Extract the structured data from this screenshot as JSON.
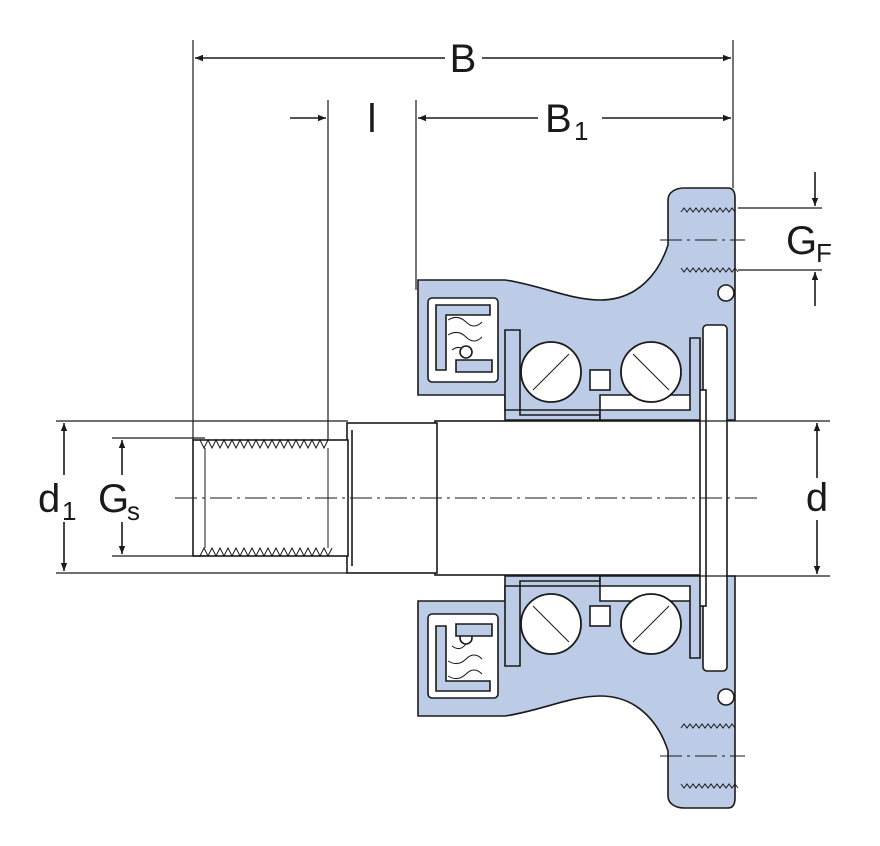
{
  "diagram": {
    "labels": {
      "B": "B",
      "l": "l",
      "B1_main": "B",
      "B1_sub": "1",
      "GF_main": "G",
      "GF_sub": "F",
      "d1_main": "d",
      "d1_sub": "1",
      "Gs_main": "G",
      "Gs_sub": "s",
      "d": "d"
    },
    "colors": {
      "housing_fill": "#bccbe6",
      "line": "#1a1a1a",
      "background": "#ffffff"
    }
  }
}
